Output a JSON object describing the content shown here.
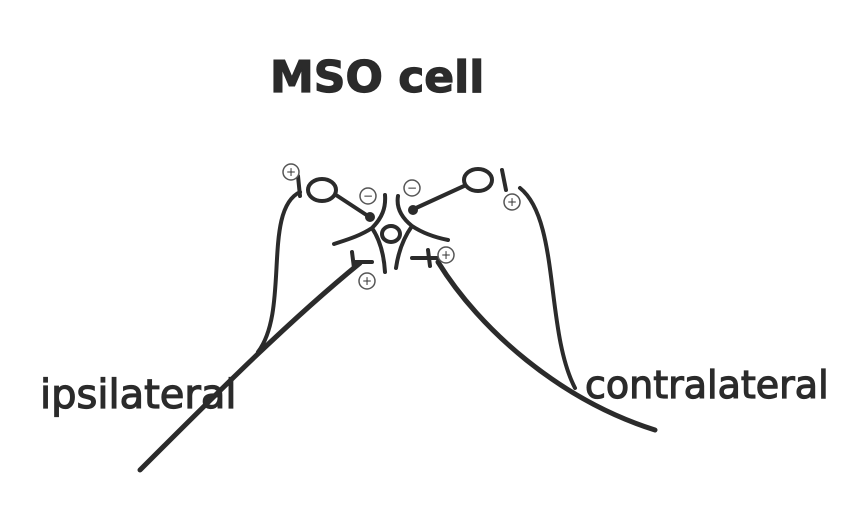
{
  "title": "MSO cell",
  "labels": {
    "left": "ipsilateral",
    "right": "contralateral"
  },
  "synapse_signs": {
    "ipsi_upper_excitatory": "+",
    "contra_upper_excitatory": "+",
    "ipsi_lower_excitatory": "+",
    "contra_lower_excitatory": "+",
    "left_inhibitory": "−",
    "right_inhibitory": "−"
  },
  "colors": {
    "ink": "#2b2b2b",
    "background": "#ffffff"
  }
}
